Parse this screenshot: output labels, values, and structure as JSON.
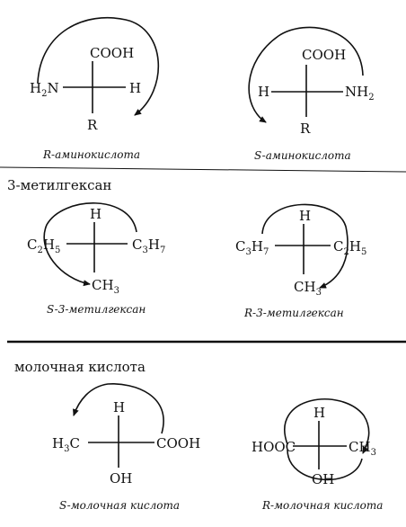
{
  "sections": {
    "methylhexane_title": "3-метилгексан",
    "lactic_title": "молочная кислота"
  },
  "amino_r": {
    "top": "COOH",
    "left": "H",
    "left_sub": "2",
    "left_end": "N",
    "right": "H",
    "bottom": "R",
    "caption": "R-аминокислота"
  },
  "amino_s": {
    "top": "COOH",
    "left": "H",
    "right": "NH",
    "right_sub": "2",
    "bottom": "R",
    "caption": "S-аминокислота"
  },
  "hexane_s": {
    "top": "H",
    "left": "C",
    "left_sub1": "2",
    "left_mid": "H",
    "left_sub2": "5",
    "right": "C",
    "right_sub1": "3",
    "right_mid": "H",
    "right_sub2": "7",
    "bottom": "CH",
    "bottom_sub": "3",
    "caption": "S-3-метилгексан"
  },
  "hexane_r": {
    "top": "H",
    "left": "C",
    "left_sub1": "3",
    "left_mid": "H",
    "left_sub2": "7",
    "right": "C",
    "right_sub1": "2",
    "right_mid": "H",
    "right_sub2": "5",
    "bottom": "CH",
    "bottom_sub": "3",
    "caption": "R-3-метилгексан"
  },
  "lactic_s": {
    "top": "H",
    "left": "H",
    "left_sub": "3",
    "left_end": "C",
    "right": "COOH",
    "bottom": "OH",
    "caption": "S-молочная кислота"
  },
  "lactic_r": {
    "top": "H",
    "left": "HOOC",
    "right": "CH",
    "right_sub": "3",
    "bottom": "OH",
    "caption": "R-молочная кислота"
  }
}
